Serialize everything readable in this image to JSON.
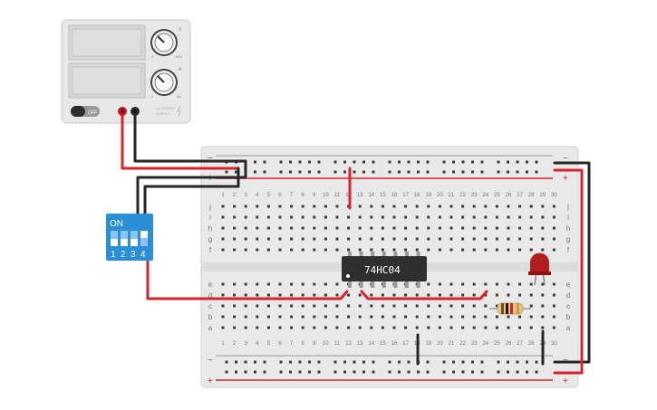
{
  "power_supply": {
    "off_label": "OFF",
    "voltage_knob_label": "V",
    "current_knob_label": "A",
    "voltage_dial_min": "0",
    "voltage_dial_max": "30V",
    "current_dial_min": "0",
    "current_dial_max": "5A",
    "brand_line1": "DC POWER",
    "brand_line2": "SUPPLY"
  },
  "dip_switch": {
    "on_label": "ON",
    "numbers": [
      "1",
      "2",
      "3",
      "4"
    ],
    "color": "#2a8fd6"
  },
  "chip": {
    "label": "74HC04"
  },
  "breadboard": {
    "columns": [
      "1",
      "2",
      "3",
      "4",
      "5",
      "6",
      "7",
      "8",
      "9",
      "10",
      "11",
      "12",
      "13",
      "14",
      "15",
      "16",
      "17",
      "18",
      "19",
      "20",
      "21",
      "22",
      "23",
      "24",
      "25",
      "26",
      "27",
      "28",
      "29",
      "30"
    ],
    "top_row_letters": [
      "j",
      "i",
      "h",
      "g",
      "f"
    ],
    "bottom_row_letters": [
      "e",
      "d",
      "c",
      "b",
      "a"
    ],
    "rail_minus": "−",
    "rail_plus": "+"
  },
  "colors": {
    "wire_red": "#d8232a",
    "wire_black": "#262626",
    "led": "#b01e1e",
    "board": "#e9e9e9",
    "hole": "#3a3a3a"
  }
}
